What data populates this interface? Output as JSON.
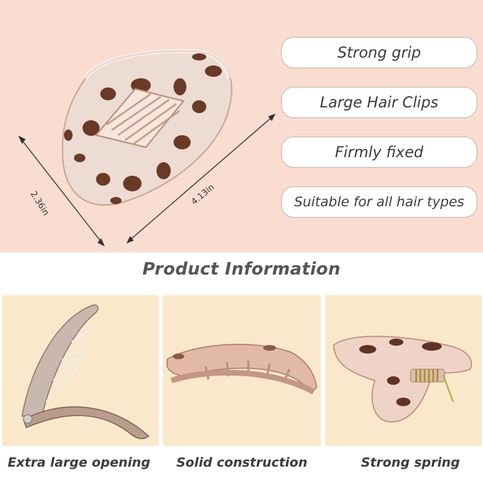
{
  "dimensions": {
    "width_label": "2.36in",
    "length_label": "4.13in"
  },
  "features": [
    {
      "label": "Strong grip"
    },
    {
      "label": "Large Hair Clips"
    },
    {
      "label": "Firmly fixed"
    },
    {
      "label": "Suitable for all hair types"
    }
  ],
  "section_title": "Product Information",
  "panels": [
    {
      "caption": "Extra large opening",
      "image": "clip-open-side-view"
    },
    {
      "caption": "Solid construction",
      "image": "clip-closed-side-view"
    },
    {
      "caption": "Strong spring",
      "image": "clip-spring-closeup"
    }
  ],
  "colors": {
    "top_background": "#f9ddd0",
    "panel_background": "#f9e8c9",
    "pill_border": "#c9b4a9"
  }
}
